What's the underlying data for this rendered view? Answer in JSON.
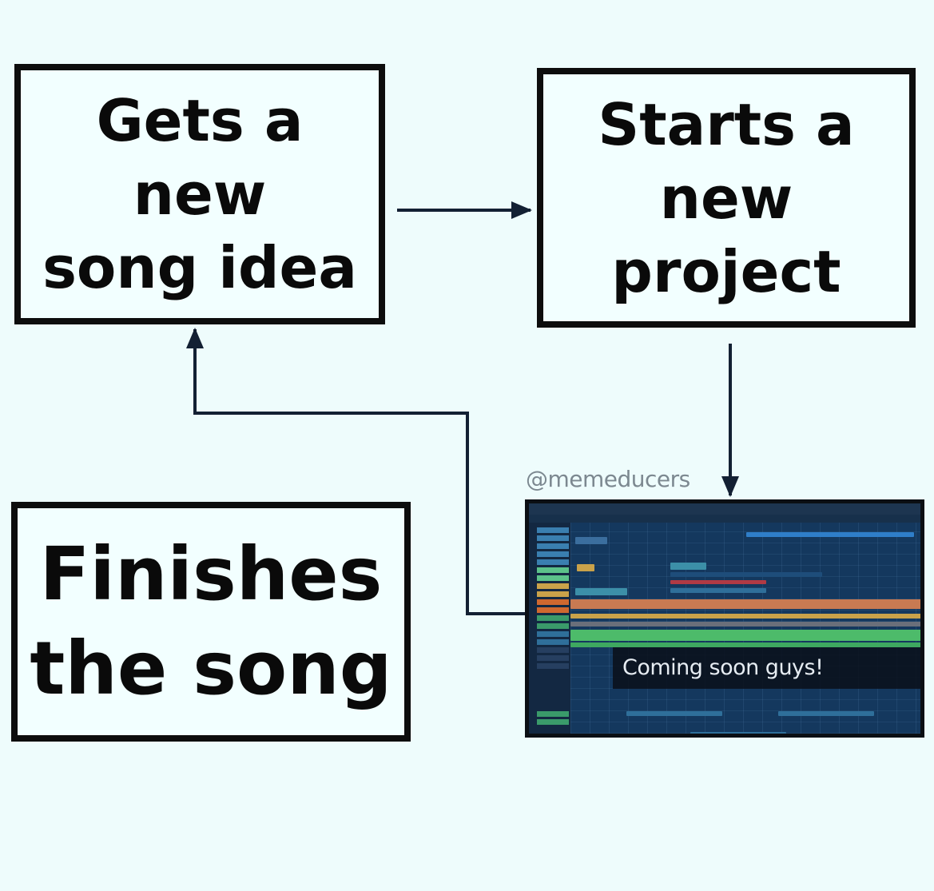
{
  "boxes": {
    "idea": {
      "line1": "Gets a",
      "line2": "new",
      "line3": "song idea"
    },
    "project": {
      "line1": "Starts a",
      "line2": "new",
      "line3": "project"
    },
    "finish": {
      "line1": "Finishes",
      "line2": "the song"
    }
  },
  "watermark": "@memeducers",
  "screenshot": {
    "caption": "Coming soon guys!"
  },
  "colors": {
    "background": "#eefcfc",
    "box_border": "#0d0d0d",
    "arrow": "#132033",
    "daw_background": "#14385e"
  }
}
